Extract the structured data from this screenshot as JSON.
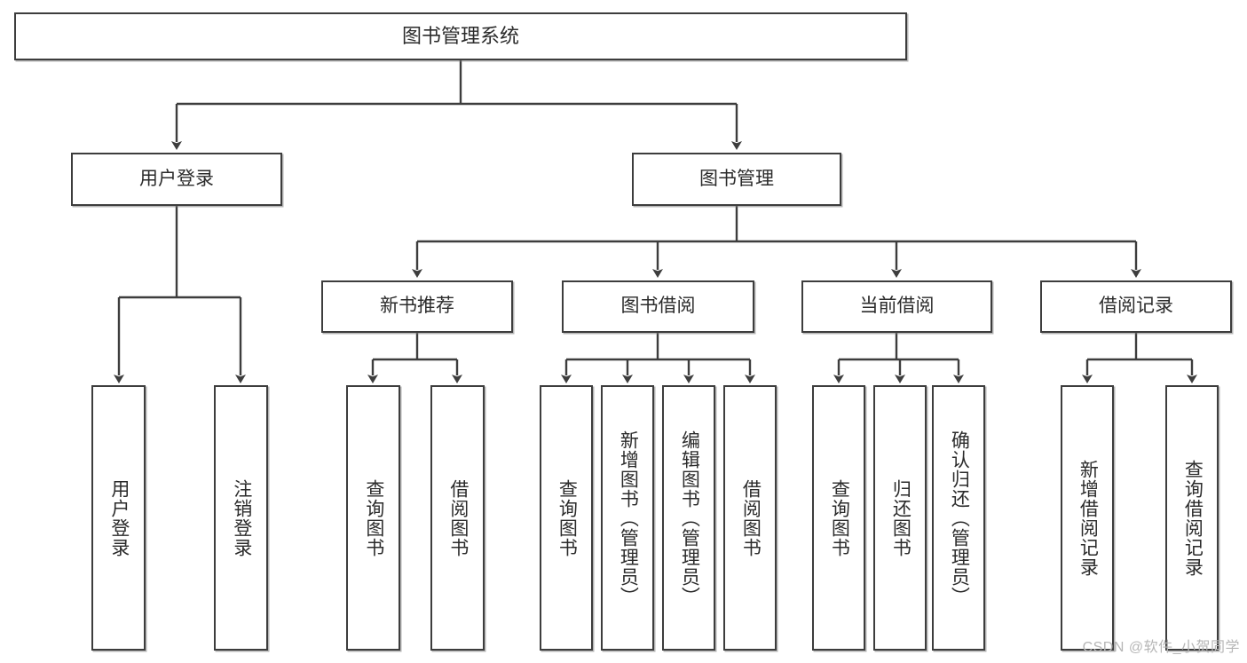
{
  "diagram": {
    "type": "tree-hierarchy-chart",
    "title": "图书管理系统",
    "stroke_color": "#3d3d3d",
    "fill_color": "#ffffff",
    "text_color": "#2b2b2b",
    "watermark": "CSDN @软件_小贺同学"
  },
  "nodes": {
    "root": {
      "label": "图书管理系统",
      "level": 0,
      "orientation": "horizontal"
    },
    "level1": [
      {
        "id": "user-login",
        "label": "用户登录",
        "orientation": "horizontal"
      },
      {
        "id": "book-management",
        "label": "图书管理",
        "orientation": "horizontal"
      }
    ],
    "level2": [
      {
        "id": "new-book-recommend",
        "label": "新书推荐",
        "orientation": "horizontal",
        "parent": "book-management"
      },
      {
        "id": "book-borrow",
        "label": "图书借阅",
        "orientation": "horizontal",
        "parent": "book-management"
      },
      {
        "id": "current-borrow",
        "label": "当前借阅",
        "orientation": "horizontal",
        "parent": "book-management"
      },
      {
        "id": "borrow-record",
        "label": "借阅记录",
        "orientation": "horizontal",
        "parent": "book-management"
      }
    ],
    "leaves": [
      {
        "id": "leaf-user-login",
        "label": "用户登录",
        "parent": "user-login"
      },
      {
        "id": "leaf-logout-login",
        "label": "注销登录",
        "parent": "user-login"
      },
      {
        "id": "leaf-query-book-rec",
        "label": "查询图书",
        "parent": "new-book-recommend"
      },
      {
        "id": "leaf-borrow-book-rec",
        "label": "借阅图书",
        "parent": "new-book-recommend"
      },
      {
        "id": "leaf-query-book-borrow",
        "label": "查询图书",
        "parent": "book-borrow"
      },
      {
        "id": "leaf-add-book-admin",
        "label": "新增图书（管理员）",
        "parent": "book-borrow"
      },
      {
        "id": "leaf-edit-book-admin",
        "label": "编辑图书（管理员）",
        "parent": "book-borrow"
      },
      {
        "id": "leaf-borrow-book",
        "label": "借阅图书",
        "parent": "book-borrow"
      },
      {
        "id": "leaf-query-book-current",
        "label": "查询图书",
        "parent": "current-borrow"
      },
      {
        "id": "leaf-return-book",
        "label": "归还图书",
        "parent": "current-borrow"
      },
      {
        "id": "leaf-confirm-return-admin",
        "label": "确认归还（管理员）",
        "parent": "current-borrow"
      },
      {
        "id": "leaf-add-borrow-record",
        "label": "新增借阅记录",
        "parent": "borrow-record"
      },
      {
        "id": "leaf-query-borrow-record",
        "label": "查询借阅记录",
        "parent": "borrow-record"
      }
    ]
  }
}
